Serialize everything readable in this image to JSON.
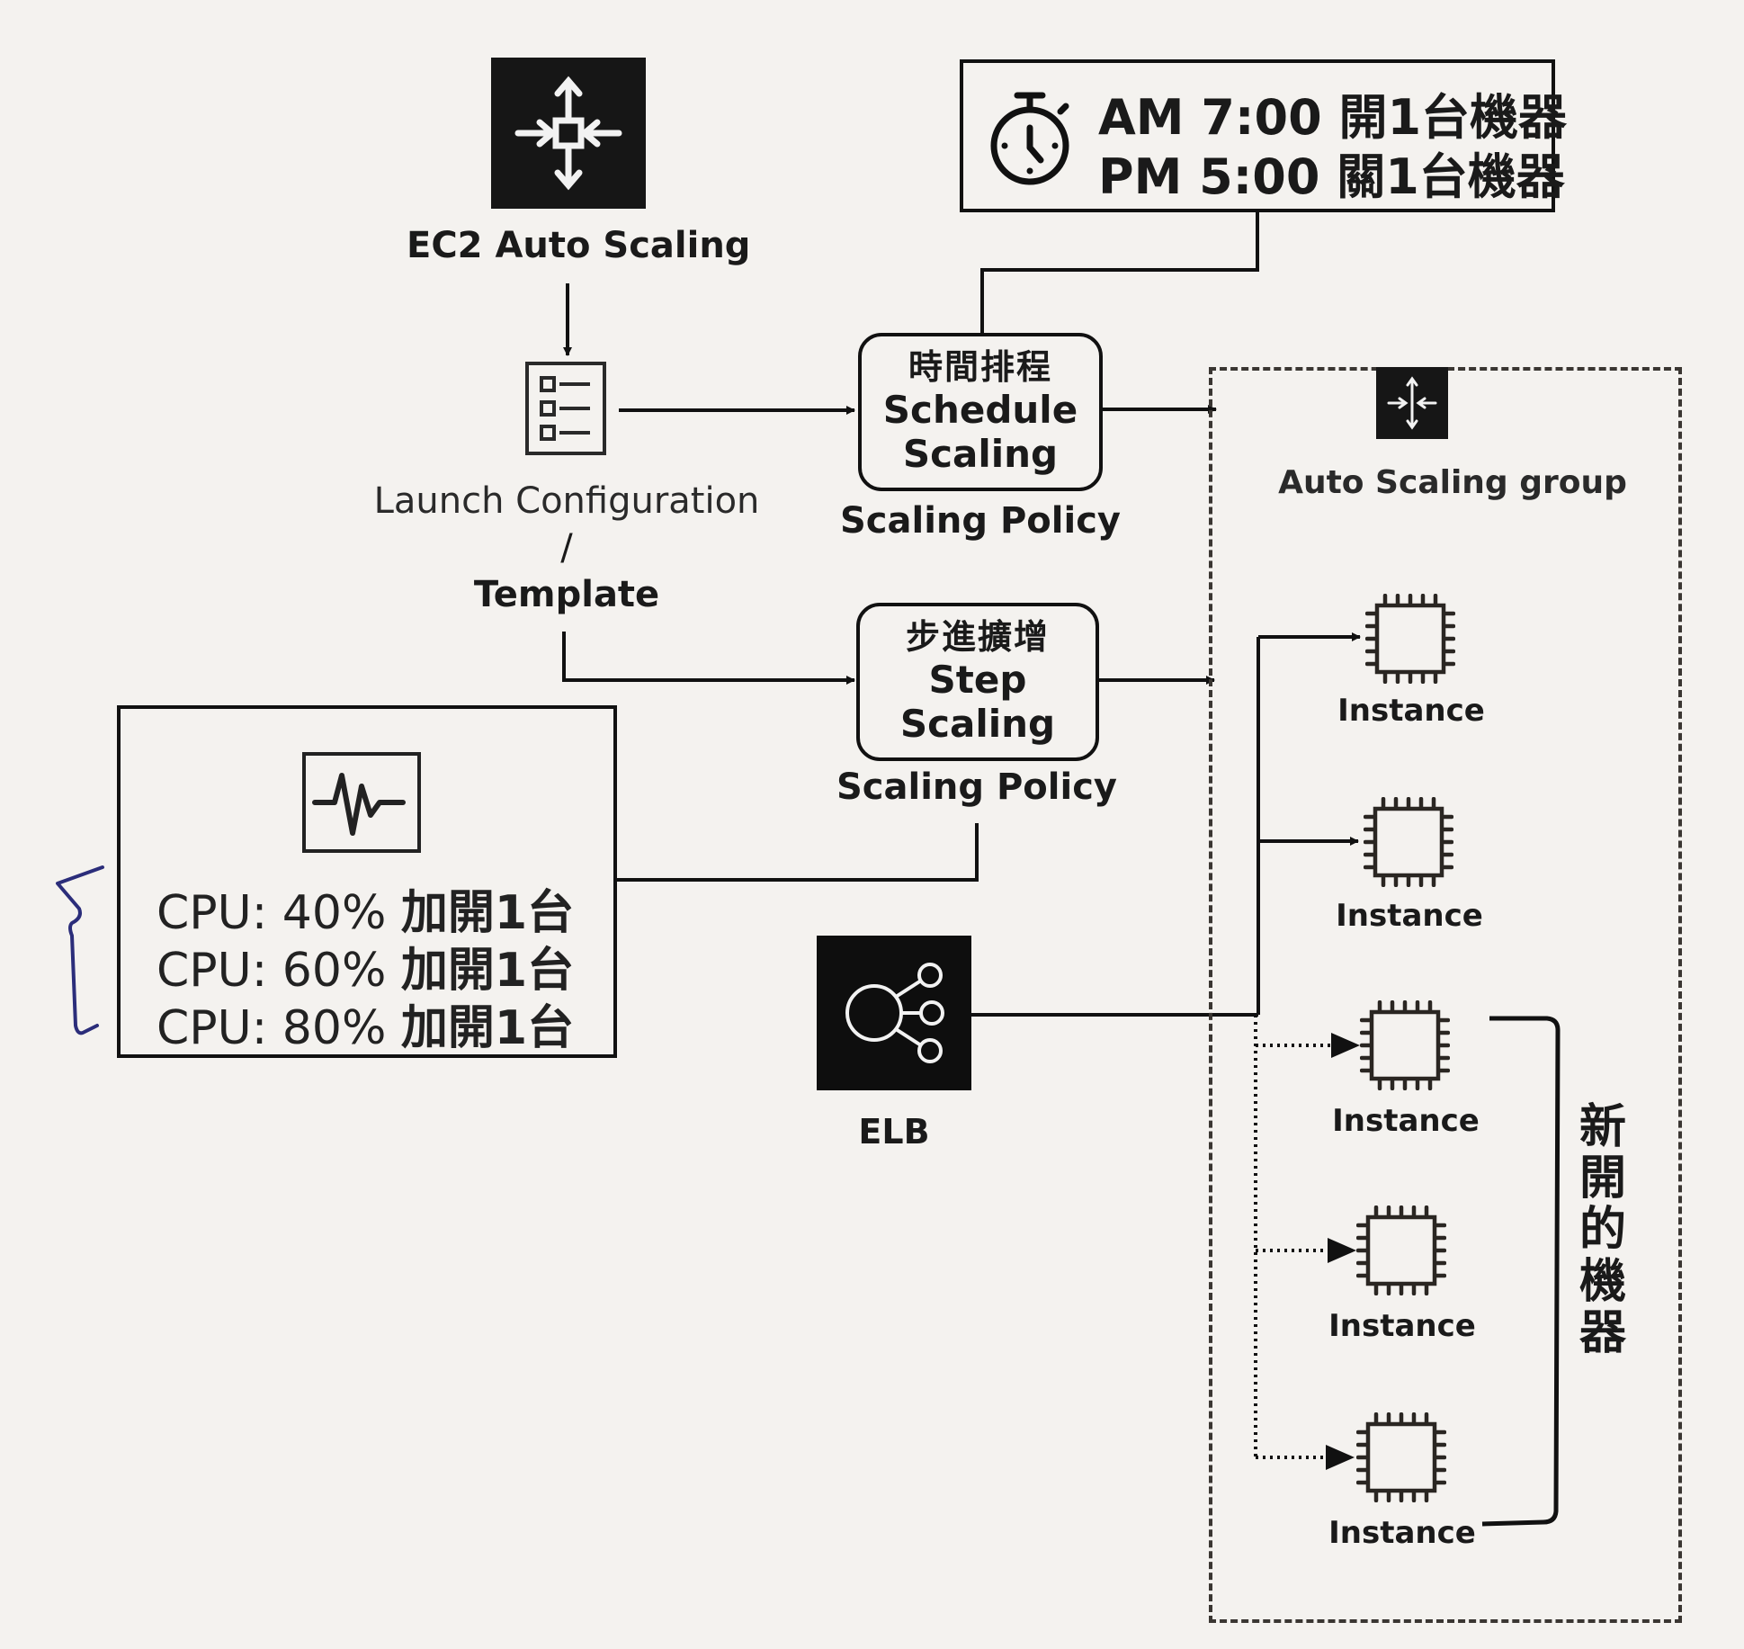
{
  "diagram": {
    "ec2_auto_scaling": {
      "label": "EC2 Auto Scaling",
      "icon": "auto-scaling-icon"
    },
    "launch_config": {
      "icon": "checklist-icon",
      "line1": "Launch Configuration",
      "line2": "/",
      "line3": "Template"
    },
    "schedule": {
      "icon": "stopwatch-icon",
      "lines": [
        "AM 7:00 開1台機器",
        "PM 5:00 關1台機器"
      ]
    },
    "schedule_policy": {
      "zh": "時間排程",
      "en1": "Schedule",
      "en2": "Scaling",
      "caption": "Scaling Policy"
    },
    "step_policy": {
      "zh": "步進擴增",
      "en1": "Step",
      "en2": "Scaling",
      "caption": "Scaling Policy"
    },
    "cpu_rules": {
      "icon": "monitoring-pulse-icon",
      "rules": [
        {
          "metric": "CPU: 40%",
          "action": "加開1台"
        },
        {
          "metric": "CPU: 60%",
          "action": "加開1台"
        },
        {
          "metric": "CPU: 80%",
          "action": "加開1台"
        }
      ]
    },
    "elb": {
      "label": "ELB",
      "icon": "load-balancer-icon"
    },
    "auto_scaling_group": {
      "label": "Auto Scaling group",
      "icon": "auto-scaling-icon",
      "instances": [
        {
          "label": "Instance",
          "state": "existing"
        },
        {
          "label": "Instance",
          "state": "existing"
        },
        {
          "label": "Instance",
          "state": "new"
        },
        {
          "label": "Instance",
          "state": "new"
        },
        {
          "label": "Instance",
          "state": "new"
        }
      ]
    },
    "new_machines_label": [
      "新",
      "開",
      "的",
      "機",
      "器"
    ],
    "handwritten_annotation": {
      "color": "#2b2d7a",
      "shape": "curly-bracket"
    }
  }
}
